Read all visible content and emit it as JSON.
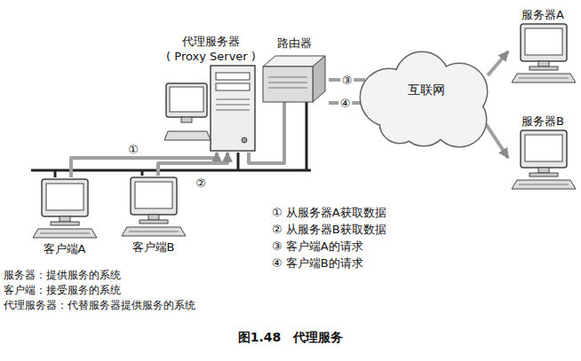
{
  "diagram": {
    "caption": "图1.48　代理服务",
    "nodes": [
      {
        "text": [
          "代理服务器",
          "( Proxy Server )"
        ]
      },
      {
        "text": [
          "路由器"
        ]
      },
      {
        "text": [
          "互联网"
        ]
      },
      {
        "text": [
          "服务器A"
        ]
      },
      {
        "text": [
          "服务器B"
        ]
      },
      {
        "text": [
          "客户端A"
        ]
      },
      {
        "text": [
          "客户端B"
        ]
      }
    ],
    "edges": [
      {
        "from": 5,
        "to": 0,
        "arrow": "to",
        "label": "①"
      },
      {
        "from": 6,
        "to": 0,
        "arrow": "to",
        "label": "②"
      },
      {
        "from": 0,
        "to": 1,
        "arrow": "none"
      },
      {
        "from": 1,
        "to": 2,
        "arrow": "none",
        "label": "③"
      },
      {
        "from": 1,
        "to": 2,
        "arrow": "none",
        "label": "④"
      },
      {
        "from": 2,
        "to": 3,
        "arrow": "to"
      },
      {
        "from": 2,
        "to": 4,
        "arrow": "to"
      }
    ],
    "labels": [
      "① 从服务器A获取数据",
      "② 从服务器B获取数据",
      "③ 客户端A的请求",
      "④ 客户端B的请求",
      "服务器：提供服务的系统",
      "客户端：接受服务的系统",
      "代理服务器：代替服务器提供服务的系统"
    ]
  }
}
